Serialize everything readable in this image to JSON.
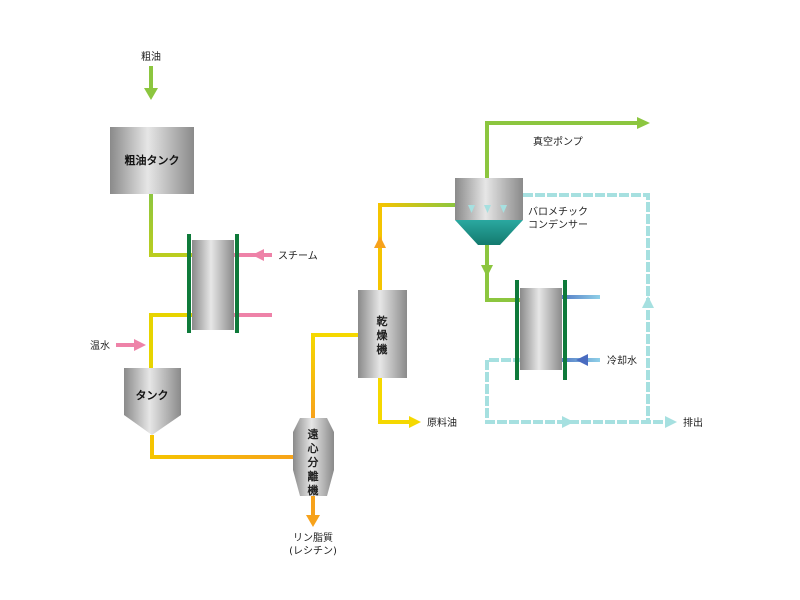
{
  "labels": {
    "crude_oil": "粗油",
    "crude_oil_tank": "粗油タンク",
    "steam": "スチーム",
    "warm_water": "温水",
    "tank": "タンク",
    "centrifuge": [
      "遠",
      "心",
      "分",
      "離",
      "機"
    ],
    "lecithin_line1": "リン脂質",
    "lecithin_line2": "(レシチン)",
    "dryer": [
      "乾",
      "燥",
      "機"
    ],
    "raw_oil": "原料油",
    "vacuum_pump": "真空ポンプ",
    "barometric_line1": "バロメチック",
    "barometric_line2": "コンデンサー",
    "cooling_water": "冷却水",
    "discharge": "排出"
  },
  "colors": {
    "green": "#8cc63f",
    "yellow": "#f5d800",
    "orange": "#f7a21b",
    "pink": "#ee82a8",
    "light_blue": "#9fd8d8",
    "blue": "#4a6cc0",
    "exchanger_bar": "#0e7a3a",
    "vessel_gray": "#b5b5b5"
  }
}
